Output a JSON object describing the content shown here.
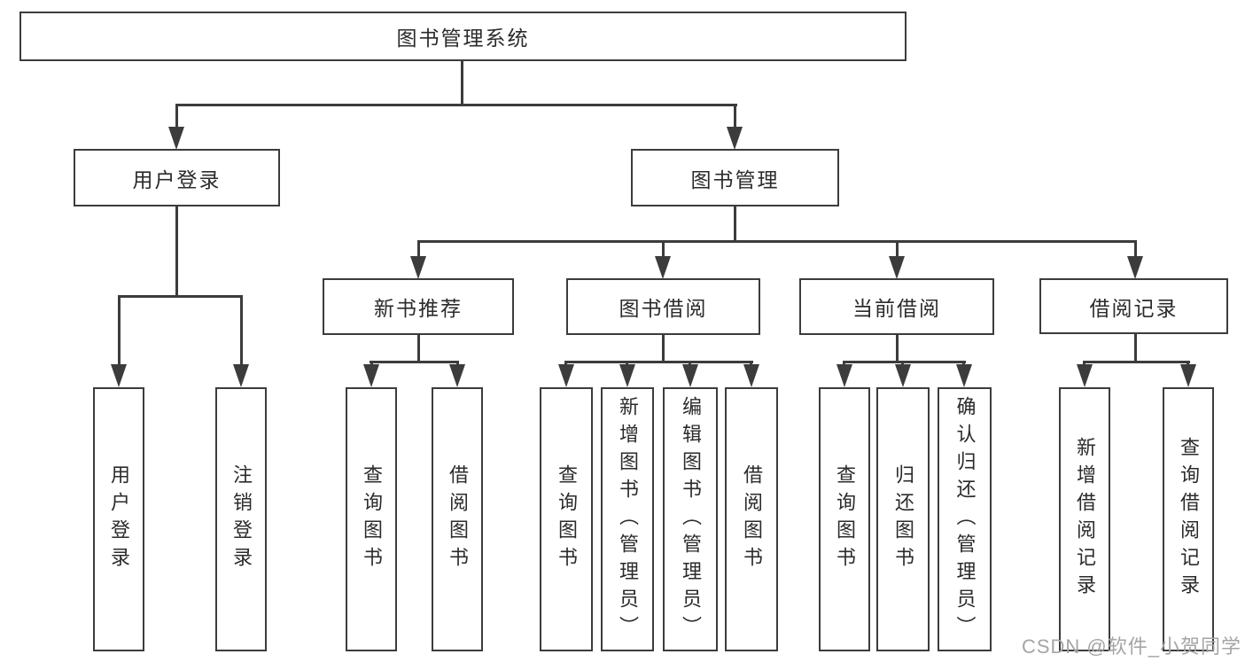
{
  "tree": {
    "root": {
      "label": "图书管理系统",
      "children": [
        {
          "label": "用户登录",
          "children": [
            {
              "label": "用户登录"
            },
            {
              "label": "注销登录"
            }
          ]
        },
        {
          "label": "图书管理",
          "children": [
            {
              "label": "新书推荐",
              "children": [
                {
                  "label": "查询图书"
                },
                {
                  "label": "借阅图书"
                }
              ]
            },
            {
              "label": "图书借阅",
              "children": [
                {
                  "label": "查询图书"
                },
                {
                  "label": "新增图书（管理员）"
                },
                {
                  "label": "编辑图书（管理员）"
                },
                {
                  "label": "借阅图书"
                }
              ]
            },
            {
              "label": "当前借阅",
              "children": [
                {
                  "label": "查询图书"
                },
                {
                  "label": "归还图书"
                },
                {
                  "label": "确认归还（管理员）"
                }
              ]
            },
            {
              "label": "借阅记录",
              "children": [
                {
                  "label": "新增借阅记录"
                },
                {
                  "label": "查询借阅记录"
                }
              ]
            }
          ]
        }
      ]
    }
  },
  "watermark": {
    "text": "CSDN @软件_小贺同学"
  },
  "colors": {
    "line": "#3c3c3c",
    "text": "#2b2b2b",
    "watermark_text": "#a5a5a5",
    "background": "#ffffff"
  }
}
